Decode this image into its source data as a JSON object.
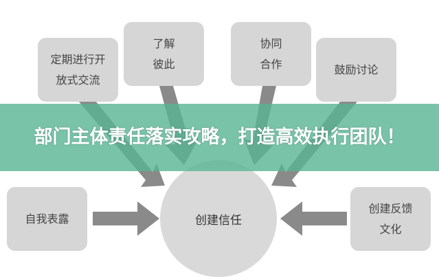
{
  "diagram": {
    "center": "创建信任",
    "nodes": [
      {
        "lines": [
          "了解",
          "彼此"
        ]
      },
      {
        "lines": [
          "协同",
          "合作"
        ]
      },
      {
        "lines": [
          "定期进行开",
          "放式交流"
        ]
      },
      {
        "lines": [
          "鼓励讨论",
          ""
        ]
      },
      {
        "lines": [
          "自我表露",
          ""
        ]
      },
      {
        "lines": [
          "创建反馈",
          "文化"
        ]
      }
    ]
  },
  "banner": {
    "title": "部门主体责任落实攻略，打造高效执行团队！"
  }
}
